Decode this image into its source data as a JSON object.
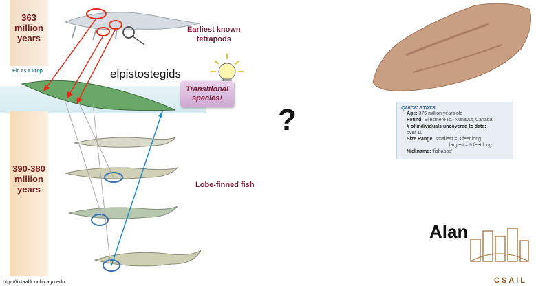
{
  "timeline": {
    "top_era": "363\nmillion\nyears",
    "bottom_era": "390-380\nmillion\nyears"
  },
  "labels": {
    "tetrapods": "Earliest known\ntetrapods",
    "fin_prop": "Fin as a Prop",
    "elpistostegids": "elpistostegids",
    "transitional": "Transitional\nspecies!",
    "lobe_finned": "Lobe-finned fish"
  },
  "question_mark": "?",
  "quick_stats": {
    "heading": "QUICK STATS",
    "age_label": "Age:",
    "age_value": "375 million years old",
    "found_label": "Found:",
    "found_value": "Ellesmere Is., Nunavut, Canada",
    "individuals_label": "# of individuals uncovered to date:",
    "individuals_value": "over 10",
    "size_label": "Size Range:",
    "size_small": "smallest = 3 feet long",
    "size_large": "largest = 9 feet long",
    "nickname_label": "Nickname:",
    "nickname_value": "'fishapod'"
  },
  "alan": "Alan",
  "csail": "CSAIL",
  "source_url": "http://tiktaalik.uchicago.edu",
  "colors": {
    "arrow_red": "#e0301e",
    "arrow_blue": "#1f8fd0",
    "circle_blue": "#3a6fb0",
    "maroon": "#7a1f3a"
  }
}
